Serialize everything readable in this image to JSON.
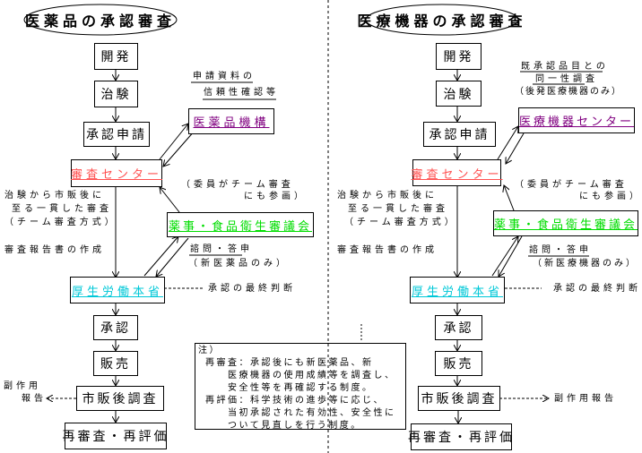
{
  "left": {
    "title": "医薬品の承認審査",
    "steps": {
      "dev": "開発",
      "trial": "治験",
      "application": "承認申請",
      "review_center": "審査センター",
      "agency": "医薬品機構",
      "council": "薬事・食品衛生審議会",
      "ministry": "厚生労働本省",
      "approval": "承認",
      "sales": "販売",
      "pms": "市販後調査",
      "reexam": "再審査・再評価"
    },
    "annotations": {
      "reliability_1": "申請資料の",
      "reliability_2": "信頼性確認等",
      "committee_1": "（委員がチーム審査",
      "committee_2": "にも参画）",
      "consistent_1": "治験から市販後に",
      "consistent_2": "至る一貫した審査",
      "consistent_3": "（チーム審査方式）",
      "report": "審査報告書の作成",
      "inquiry_1": "諮問・答申",
      "inquiry_2": "（新医薬品のみ）",
      "final": "承認の最終判断",
      "side_effect_1": "副作用",
      "side_effect_2": "報告"
    }
  },
  "right": {
    "title": "医療機器の承認審査",
    "steps": {
      "dev": "開発",
      "trial": "治験",
      "application": "承認申請",
      "review_center": "審査センター",
      "agency": "医療機器センター",
      "council": "薬事・食品衛生審議会",
      "ministry": "厚生労働本省",
      "approval": "承認",
      "sales": "販売",
      "pms": "市販後調査",
      "reexam": "再審査・再評価"
    },
    "annotations": {
      "identity_1": "既承認品目との",
      "identity_2": "同一性調査",
      "identity_3": "（後発医療機器のみ）",
      "committee_1": "（委員がチーム審査",
      "committee_2": "にも参画）",
      "consistent_1": "治験から市販後に",
      "consistent_2": "至る一貫した審査",
      "consistent_3": "（チーム審査方式）",
      "report": "審査報告書の作成",
      "inquiry_1": "諮問・答申",
      "inquiry_2": "（新医療機器のみ）",
      "final": "承認の最終判断",
      "side_effect": "副作用報告"
    }
  },
  "note": {
    "heading": "注）",
    "lines": [
      "再審査：承認後にも新医薬品、新",
      "　　医療機器の使用成績等を調査し、",
      "　　安全性等を再確認する制度。",
      "再評価：科学技術の進歩等に応じ、",
      "　　当初承認された有効性、安全性に",
      "　　ついて見直しを行う制度。"
    ]
  },
  "colors": {
    "review_center": "#ff5050",
    "agency": "#800080",
    "council": "#00dd00",
    "ministry": "#00c8d8"
  }
}
